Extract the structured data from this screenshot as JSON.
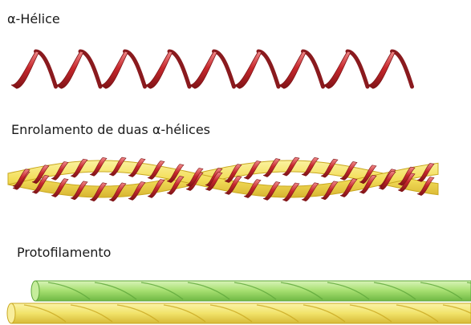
{
  "labels": {
    "alpha_helix": "α-Hélice",
    "coiled_coil": "Enrolamento de duas α-hélices",
    "protofilament": "Protofilamento"
  },
  "colors": {
    "helix_red": "#c8282d",
    "helix_dark": "#7e1316",
    "helix_light": "#f4a0a0",
    "yellow_core": "#f1e36a",
    "yellow_edge": "#c9a820",
    "green_strand": "#a5de6f",
    "green_edge": "#5da63a"
  }
}
